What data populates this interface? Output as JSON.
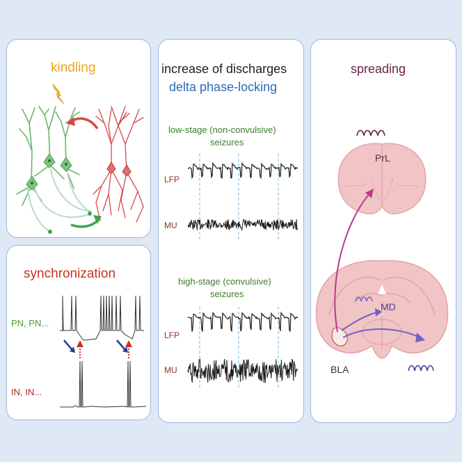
{
  "kindling": {
    "title": "kindling"
  },
  "synchronization": {
    "title": "synchronization",
    "pn_label": "PN, PN...",
    "in_label": "IN, IN..."
  },
  "discharges": {
    "title_line1": "increase of discharges",
    "title_line2": "delta phase-locking",
    "low_stage": {
      "line1": "low-stage (non-convulsive)",
      "line2": "seizures",
      "lfp_label": "LFP",
      "mu_label": "MU"
    },
    "high_stage": {
      "line1": "high-stage (convulsive)",
      "line2": "seizures",
      "lfp_label": "LFP",
      "mu_label": "MU"
    }
  },
  "spreading": {
    "title": "spreading",
    "prl_label": "PrL",
    "md_label": "MD",
    "bla_label": "BLA"
  },
  "colors": {
    "background": "#dfe9f6",
    "panel_border": "#9db6dc",
    "kindling_title": "#f0a21b",
    "sync_title": "#c8311f",
    "delta_title": "#2a6ab8",
    "seizure_label": "#3d7d2e",
    "trace_label": "#8a3320",
    "spreading_title": "#6a2348",
    "pn_label": "#4b9a2b",
    "in_label": "#b0281a",
    "neuron_green": "#6ab66e",
    "neuron_red": "#d24a4a",
    "brain_fill": "#f1c4c6",
    "arrow_magenta": "#b83a8d",
    "arrow_purple": "#7060c8"
  }
}
